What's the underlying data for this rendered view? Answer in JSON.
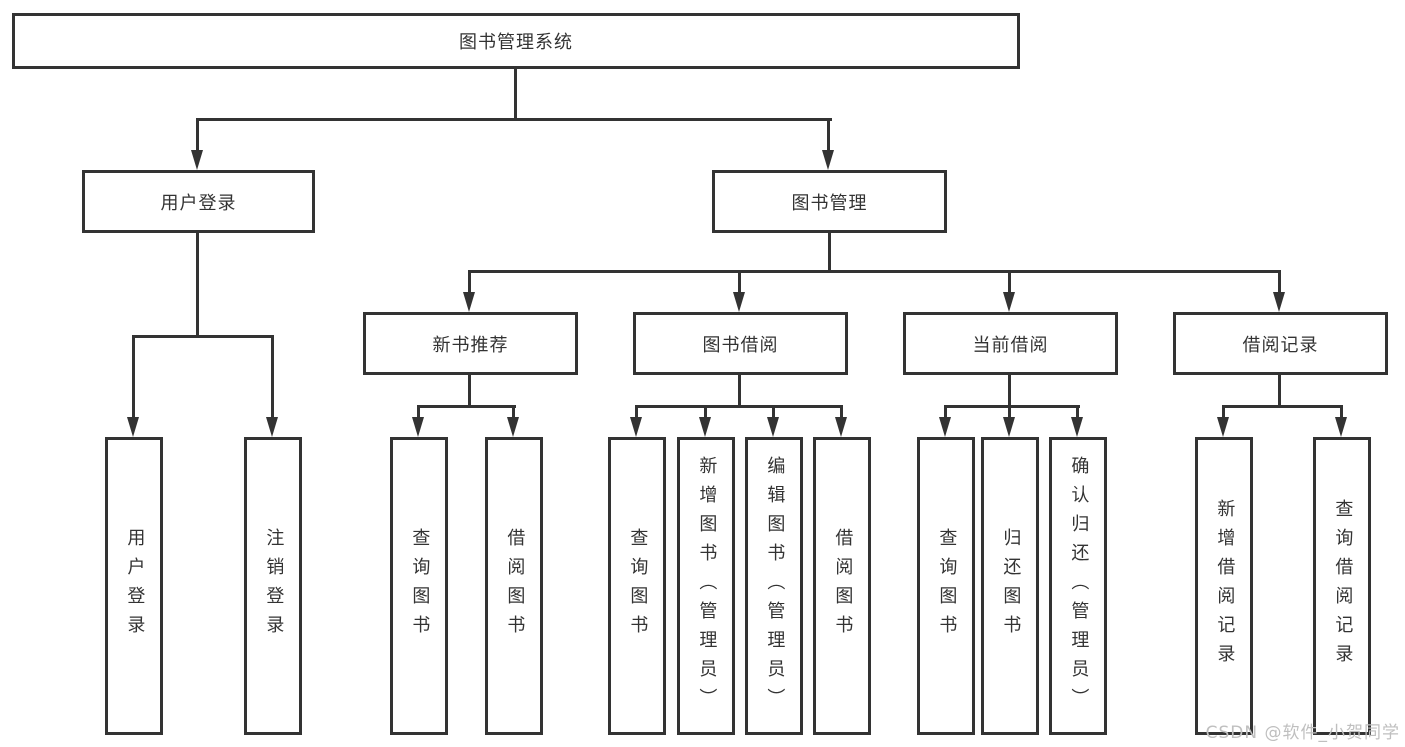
{
  "diagram": {
    "root": "图书管理系统",
    "branches": [
      {
        "label": "用户登录",
        "children": [
          "用户登录",
          "注销登录"
        ]
      },
      {
        "label": "图书管理",
        "sections": [
          {
            "label": "新书推荐",
            "children": [
              "查询图书",
              "借阅图书"
            ]
          },
          {
            "label": "图书借阅",
            "children": [
              "查询图书",
              "新增图书（管理员）",
              "编辑图书（管理员）",
              "借阅图书"
            ]
          },
          {
            "label": "当前借阅",
            "children": [
              "查询图书",
              "归还图书",
              "确认归还（管理员）"
            ]
          },
          {
            "label": "借阅记录",
            "children": [
              "新增借阅记录",
              "查询借阅记录"
            ]
          }
        ]
      }
    ]
  },
  "watermark": {
    "text": "CSDN @软件_小贺同学"
  },
  "colors": {
    "line": "#333333",
    "text": "#333333",
    "watermark": "#bfbfbf",
    "background": "#ffffff"
  }
}
